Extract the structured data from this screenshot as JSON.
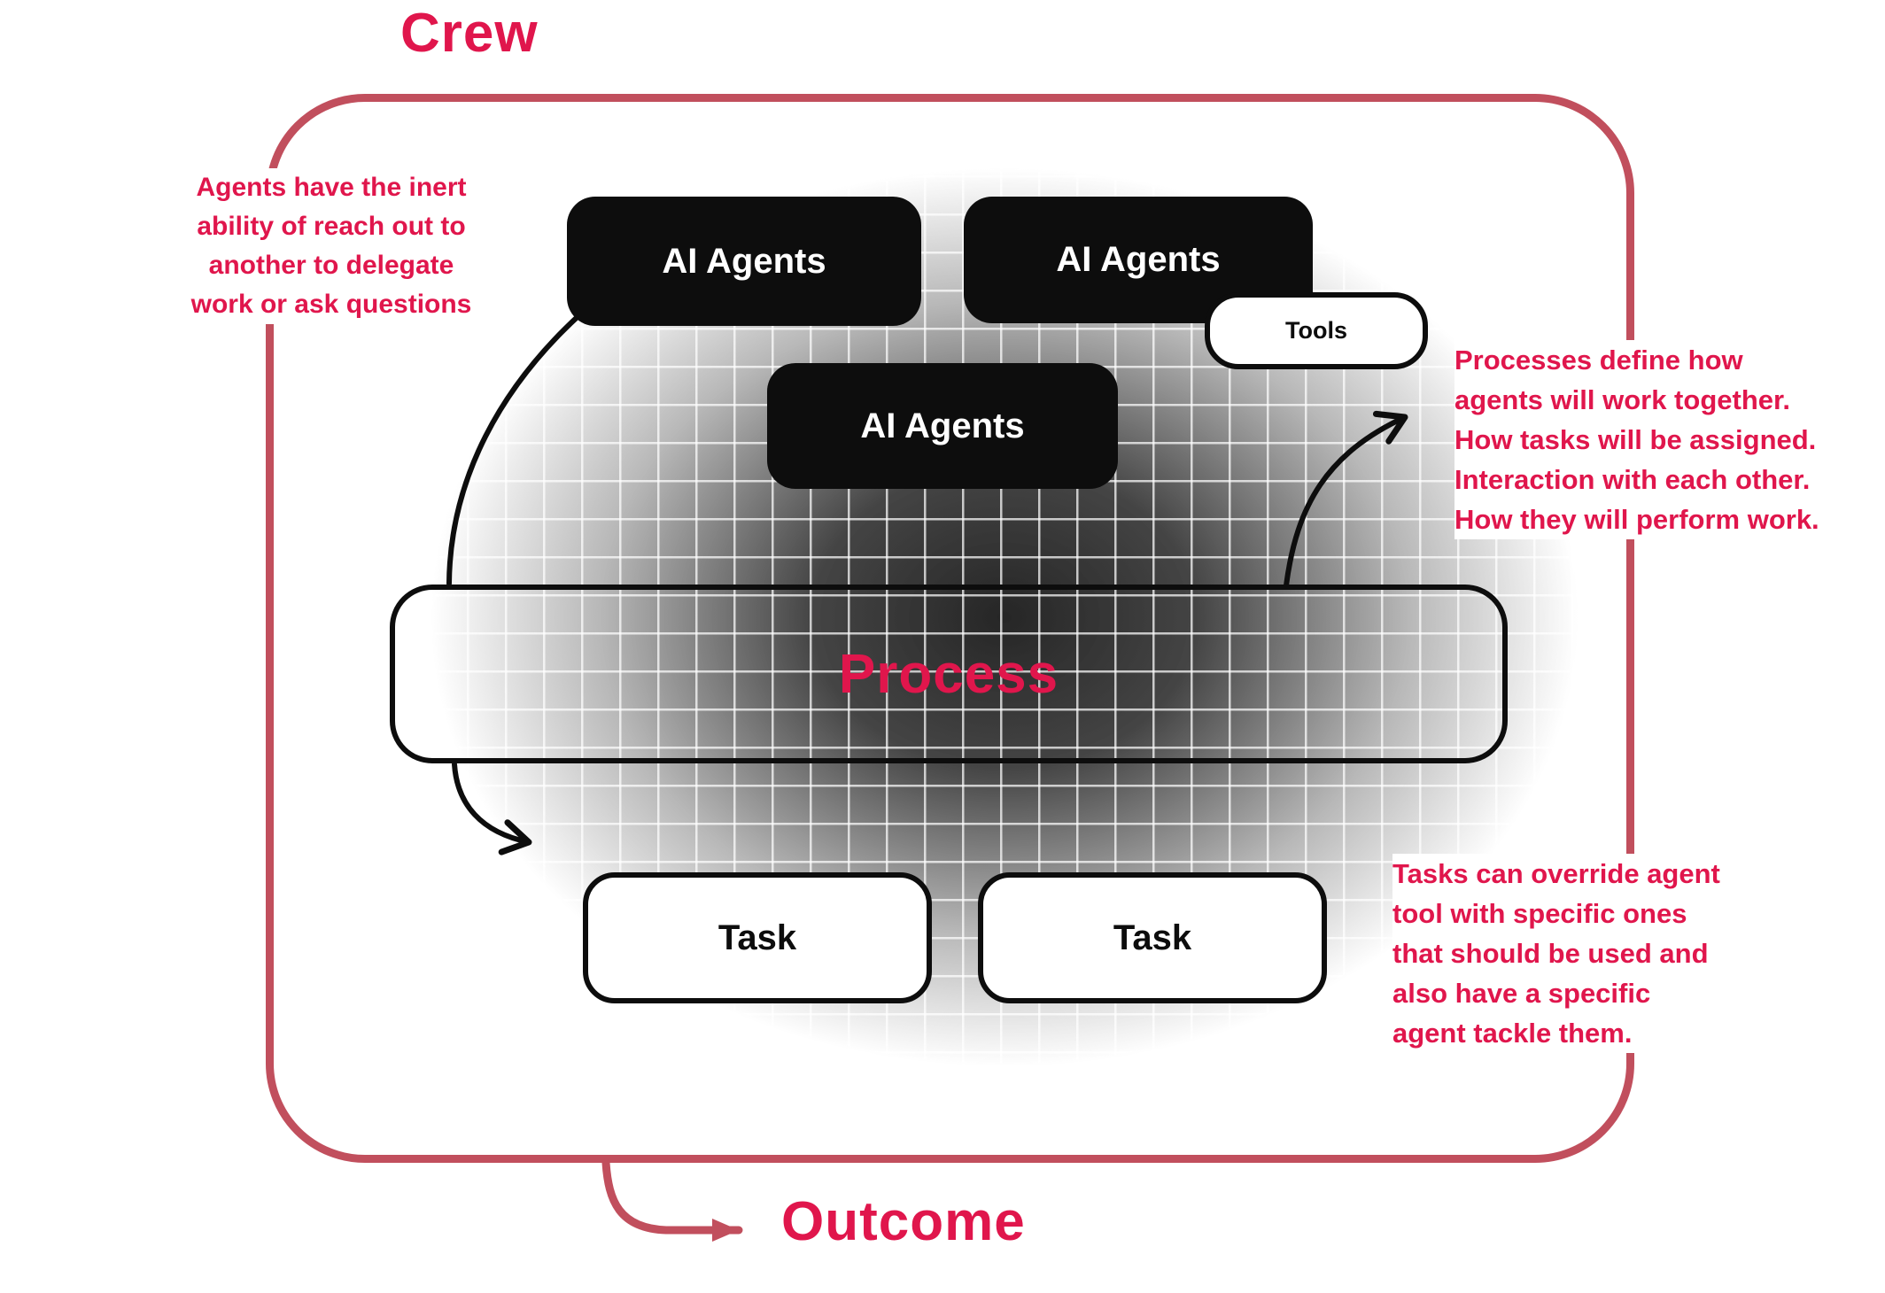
{
  "colors": {
    "text_red": "#E0164C",
    "border_red": "#C14F5D",
    "box_black": "#0D0D0D"
  },
  "title": "Crew",
  "outcome": {
    "label": "Outcome"
  },
  "diagram": {
    "agents": [
      {
        "label": "AI Agents"
      },
      {
        "label": "AI Agents"
      },
      {
        "label": "AI Agents"
      }
    ],
    "tools_label": "Tools",
    "process_label": "Process",
    "tasks": [
      {
        "label": "Task"
      },
      {
        "label": "Task"
      }
    ]
  },
  "annotations": {
    "left": "Agents have the inert\nability of reach out to\nanother to delegate\nwork or ask questions",
    "right_top": "Processes define how\nagents will work together.\nHow tasks will be assigned.\nInteraction with each other.\nHow they will perform work.",
    "right_bottom": "Tasks can override agent\ntool with specific ones\nthat should be used and\nalso have a specific\nagent tackle them."
  }
}
